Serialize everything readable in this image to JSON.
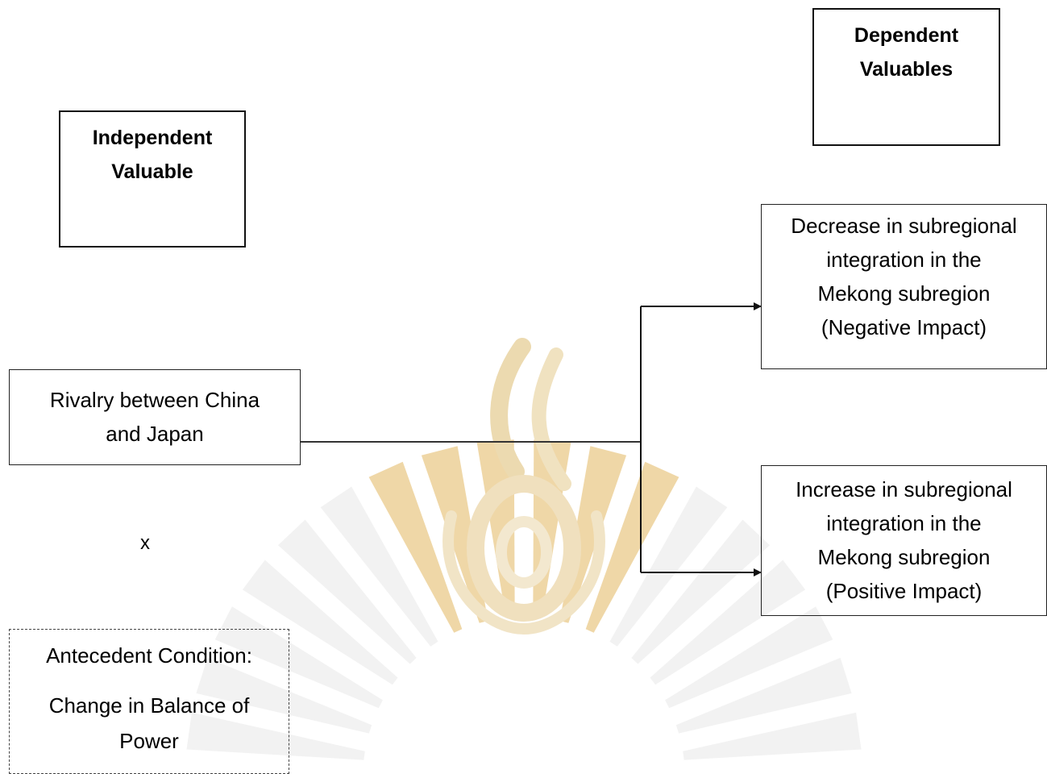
{
  "independent_header": [
    "Independent",
    "Valuable"
  ],
  "dependent_header": [
    "Dependent",
    "Valuables"
  ],
  "independent_variable": [
    "Rivalry between China",
    "and Japan"
  ],
  "negative_outcome": [
    "Decrease in subregional",
    "integration in the",
    "Mekong subregion",
    "(Negative Impact)"
  ],
  "positive_outcome": [
    "Increase in subregional",
    "integration in the",
    "Mekong subregion",
    "(Positive Impact)"
  ],
  "interaction_mark": "x",
  "antecedent": [
    "Antecedent Condition:",
    "Change in Balance of",
    "Power"
  ],
  "colors": {
    "watermark_light": "#eeeeee",
    "watermark_gold": "#e9c98a",
    "stroke": "#111111"
  }
}
